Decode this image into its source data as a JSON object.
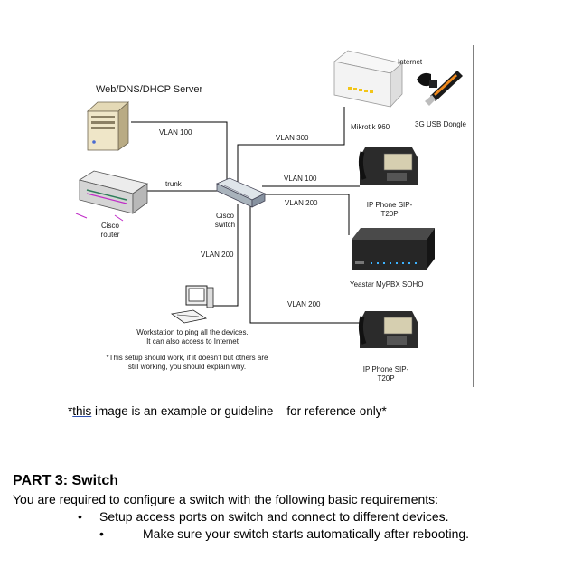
{
  "diagram": {
    "labels": {
      "server_title": "Web/DNS/DHCP Server",
      "vlan100_server": "VLAN 100",
      "vlan300": "VLAN 300",
      "trunk": "trunk",
      "cisco_switch_1": "Cisco",
      "cisco_switch_2": "switch",
      "cisco_router_1": "Cisco",
      "cisco_router_2": "router",
      "vlan100_phone": "VLAN 100",
      "vlan200_pbx": "VLAN 200",
      "vlan200_ws": "VLAN 200",
      "vlan200_phone2": "VLAN 200",
      "internet": "Internet",
      "mikrotik": "Mikrotik 960",
      "dongle": "3G USB Dongle",
      "phone1_1": "IP Phone SIP-",
      "phone1_2": "T20P",
      "pbx": "Yeastar MyPBX SOHO",
      "phone2_1": "IP Phone SIP-",
      "phone2_2": "T20P",
      "ws_1": "Workstation to ping all the devices.",
      "ws_2": "It can also access to Internet",
      "note_1": "*This setup should work, if it doesn't but others are",
      "note_2": "still working, you should explain why."
    }
  },
  "caption": {
    "prefix": "*",
    "underlined": "this",
    "rest": " image is an example or guideline – for reference only*"
  },
  "section": {
    "heading": "PART 3: Switch",
    "intro": "You are required to configure a switch with the following basic requirements:",
    "bullets": [
      "Setup access ports on switch and connect to different devices.",
      "Make sure your switch starts automatically after rebooting."
    ]
  }
}
